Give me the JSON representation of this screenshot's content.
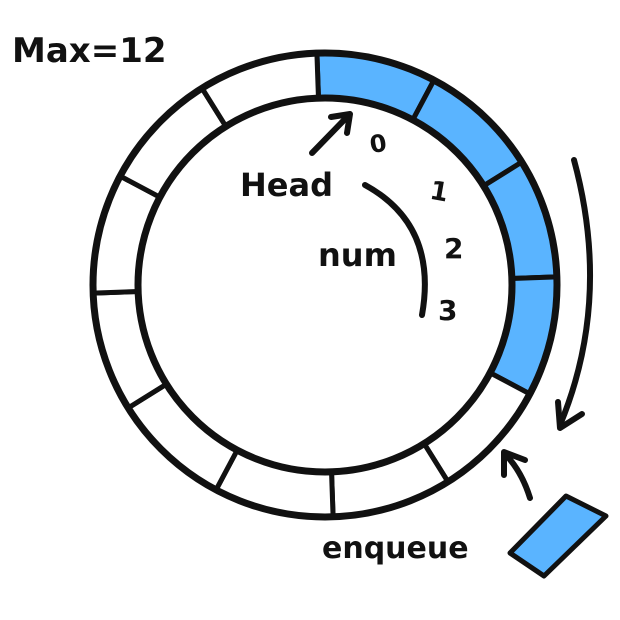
{
  "title": "Max=12",
  "head_label": "Head",
  "num_label": "num",
  "enqueue_label": "enqueue",
  "slot_count": 12,
  "filled_slots": [
    0,
    1,
    2,
    3
  ],
  "index_labels": [
    "0",
    "1",
    "2",
    "3"
  ],
  "colors": {
    "filled": "#5ab4ff",
    "empty": "#ffffff",
    "stroke": "#111111"
  }
}
